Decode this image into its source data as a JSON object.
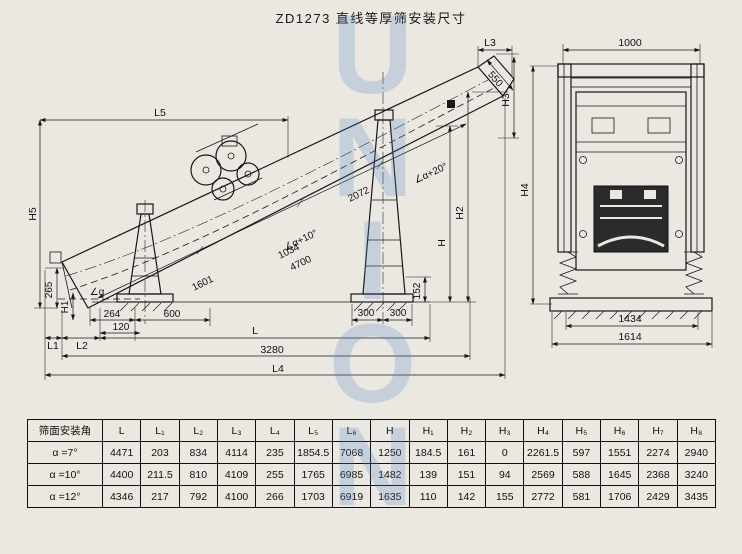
{
  "title": "ZD1273 直线等厚筛安装尺寸",
  "watermark": "UNION",
  "side_view": {
    "labels": {
      "l5": "L5",
      "l3": "L3",
      "d550": "550",
      "h3": "H3",
      "h2": "H2",
      "h": "H",
      "h5": "H5",
      "d265": "265",
      "h1": "H1",
      "l1": "L1",
      "l2": "L2",
      "d264": "264",
      "d120": "120",
      "d600": "600",
      "d1601": "1601",
      "d1034": "1034",
      "d4700": "4700",
      "d2072": "2072",
      "d300a": "300",
      "d300b": "300",
      "l": "L",
      "d3280": "3280",
      "l4": "L4",
      "d152": "152",
      "angle_plus20": "∠α+20°",
      "angle_plus10": "∠α+10°",
      "angle": "∠α"
    }
  },
  "front_view": {
    "labels": {
      "d1000": "1000",
      "d1434": "1434",
      "d1614": "1614",
      "h4": "H4"
    }
  },
  "table": {
    "header": [
      "筛面安装角",
      "L",
      "L₁",
      "L₂",
      "L₃",
      "L₄",
      "L₅",
      "L₆",
      "H",
      "H₁",
      "H₂",
      "H₃",
      "H₄",
      "H₅",
      "H₆",
      "H₇",
      "H₈"
    ],
    "rows": [
      [
        "α =7°",
        "4471",
        "203",
        "834",
        "4114",
        "235",
        "1854.5",
        "7068",
        "1250",
        "184.5",
        "161",
        "0",
        "2261.5",
        "597",
        "1551",
        "2274",
        "2940"
      ],
      [
        "α =10°",
        "4400",
        "211.5",
        "810",
        "4109",
        "255",
        "1765",
        "6985",
        "1482",
        "139",
        "151",
        "94",
        "2569",
        "588",
        "1645",
        "2368",
        "3240"
      ],
      [
        "α =12°",
        "4346",
        "217",
        "792",
        "4100",
        "266",
        "1703",
        "6919",
        "1635",
        "110",
        "142",
        "155",
        "2772",
        "581",
        "1706",
        "2429",
        "3435"
      ]
    ]
  }
}
